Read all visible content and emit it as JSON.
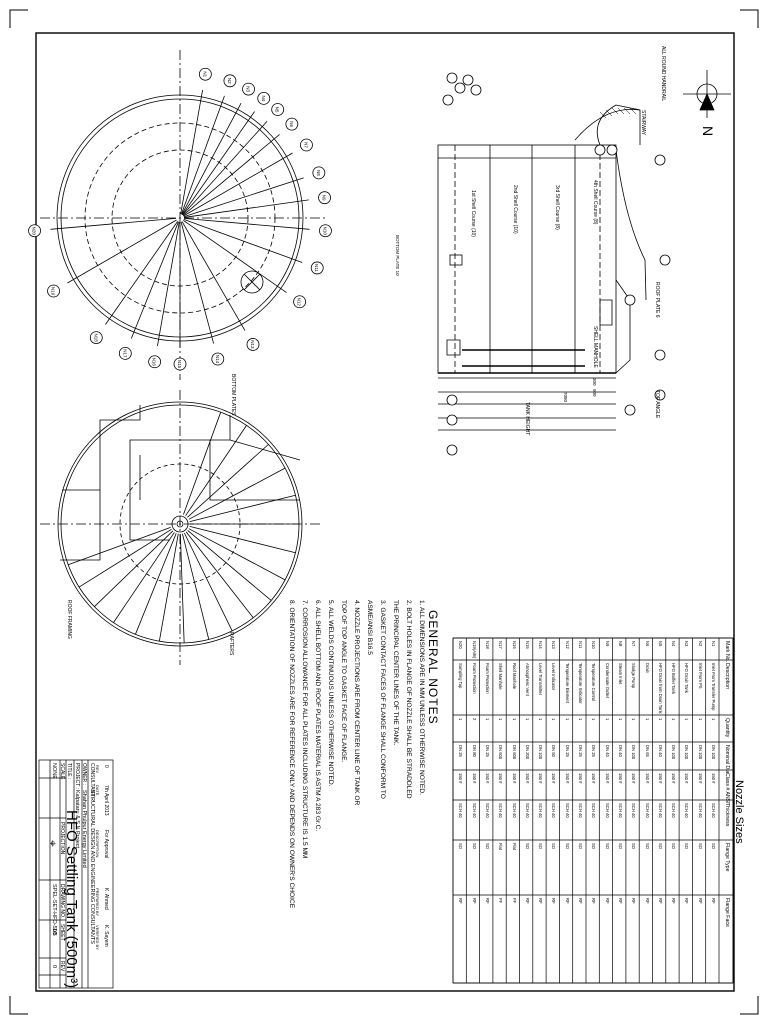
{
  "drawing": {
    "title": "HFO Settling Tank (500m³)",
    "project_label": "PROJECT :",
    "project": "Kalpataru & S.N Project",
    "client_label": "OWNER :",
    "client": "Shahan Phulpur Energy Limited",
    "consultant_label": "CONSULTANT :",
    "consultant": "STRUCTURAL DESIGN AND ENGINEERING CONSULTANTS",
    "title_label": "TITLE :",
    "scale_label": "SCALE",
    "scale": "NONE",
    "projection_label": "PROJECTION",
    "drawing_no_label": "DRAWING NO.",
    "drawing_no": "SPEL-SET-HFO-500",
    "sheet_label": "SHEET",
    "sheet": "1/5",
    "rev_label": "REV",
    "rev": "0",
    "revision_row": {
      "rev": "0",
      "date": "7th April 2013",
      "description": "For Approval",
      "prepared": "K. Ahmed",
      "verified": "K. Sayem"
    },
    "revision_headers": [
      "REV",
      "DATE",
      "DESCRIPTION",
      "PREPARED BY",
      "VERIFIED BY"
    ]
  },
  "notes": {
    "heading": "GENERAL NOTES",
    "items": [
      "1. ALL DIMENSIONS ARE IN MM UNLESS OTHERWISE NOTED.",
      "2. BOLT HOLES IN FLANGE OF NOZZLE SHALL BE STRADDLED",
      "   THE PRINCIPAL CENTER LINES OF THE TANK.",
      "3. GASKET CONTACT FACES OF FLANGE SHALL CONFORM TO",
      "   ASME/ANSI B16.5",
      "4. NOZZLE PROJECTIONS ARE FROM CENTER LINE OF TANK OR",
      "   TOP OF TOP ANGLE TO GASKET FACE OF FLANGE.",
      "5. ALL WELDS CONTINUOUS UNLESS OTHERWISE NOTED.",
      "6. ALL SHELL BOTTOM AND ROOF PLATES MATERIAL IS ASTM A 283 Gr.C.",
      "7. CORROSION ALLOWANCE FOR ALL PLATES INCLUDING STRUCTURE IS 1.5 MM",
      "8. ORIENTATION OF NOZZLES ARE FOR REFERENCE ONLY AND DEPENDS ON OWNER'S CHOICE"
    ]
  },
  "nozzle_table": {
    "title": "Nozzle Sizes",
    "headers": [
      "Mark No.",
      "Description",
      "Quantity",
      "Nominal Dia",
      "Class # ANSI",
      "Thickness",
      "Flange Type",
      "Flange Face"
    ],
    "rows": [
      [
        "N1",
        "Inlet From Transfer Pump",
        "1",
        "DN 100",
        "150 #",
        "SCH 40",
        "SO",
        "RF"
      ],
      [
        "N2",
        "Inlet From PS",
        "1",
        "DN 100",
        "150 #",
        "SCH 40",
        "SO",
        "RF"
      ],
      [
        "N3",
        "HFO Drain Tank",
        "1",
        "DN 100",
        "150 #",
        "SCH 40",
        "SO",
        "RF"
      ],
      [
        "N4",
        "HFO Buffer Tank",
        "1",
        "DN 100",
        "150 #",
        "SCH 40",
        "SO",
        "RF"
      ],
      [
        "N5",
        "HFO Drain from Drain Tank",
        "1",
        "DN 40",
        "150 #",
        "SCH 40",
        "SO",
        "RF"
      ],
      [
        "N6",
        "Drain",
        "1",
        "DN 65",
        "150 #",
        "SCH 40",
        "SO",
        "RF"
      ],
      [
        "N7",
        "Sludge Pump",
        "1",
        "DN 100",
        "150 #",
        "SCH 40",
        "SO",
        "RF"
      ],
      [
        "N8",
        "Steam Inlet",
        "1",
        "DN 40",
        "150 #",
        "SCH 40",
        "SO",
        "RF"
      ],
      [
        "N9",
        "Condensate Outlet",
        "1",
        "DN 40",
        "150 #",
        "SCH 40",
        "SO",
        "RF"
      ],
      [
        "N10",
        "Temperature Control",
        "1",
        "DN 25",
        "150 #",
        "SCH 40",
        "SO",
        "RF"
      ],
      [
        "N11",
        "Temperature Indicator",
        "1",
        "DN 25",
        "150 #",
        "SCH 40",
        "SO",
        "RF"
      ],
      [
        "N12",
        "Temperature Element",
        "1",
        "DN 25",
        "150 #",
        "SCH 40",
        "SO",
        "RF"
      ],
      [
        "N13",
        "Level Indicator",
        "1",
        "DN 50",
        "150 #",
        "SCH 40",
        "SO",
        "RF"
      ],
      [
        "N14",
        "Level Transmitter",
        "1",
        "DN 100",
        "150 #",
        "SCH 40",
        "SO",
        "RF"
      ],
      [
        "N15",
        "Atmospheric Vent",
        "1",
        "DN 200",
        "150 #",
        "SCH 40",
        "SO",
        "RF"
      ],
      [
        "N16",
        "Roof Manhole",
        "1",
        "DN 600",
        "150 #",
        "SCH 40",
        "Flat",
        "FF"
      ],
      [
        "N17",
        "Shell Manhole",
        "1",
        "DN 600",
        "150 #",
        "SCH 40",
        "Flat",
        "FF"
      ],
      [
        "N18",
        "Foam Protection",
        "1",
        "DN 25",
        "150 #",
        "SCH 40",
        "SO",
        "RF"
      ],
      [
        "N19(A/B)",
        "Foam Protection",
        "2",
        "DN 80",
        "150 #",
        "SCH 40",
        "SO",
        "RF"
      ],
      [
        "N20",
        "Sampling Tap",
        "1",
        "DN 25",
        "150 #",
        "SCH 40",
        "SO",
        "RF"
      ]
    ]
  },
  "plan_view": {
    "labels": [
      "N1",
      "N2",
      "N3",
      "N4",
      "N5",
      "N6",
      "N7",
      "N8",
      "N9",
      "N10",
      "N11",
      "N12",
      "N13",
      "N14",
      "N15",
      "N16",
      "N17",
      "N18",
      "N19",
      "N20"
    ],
    "north": "N"
  },
  "elevation": {
    "labels": [
      "1st Shell Course (10)",
      "2nd Shell Course (10)",
      "3rd Shell Course (8)",
      "4th Shell Course (8)",
      "BOTTOM PLATE 10",
      "TANK HEIGHT",
      "ROOF PLATE 6",
      "TOP ANGLE",
      "SHELL MANHOLE",
      "7080",
      "900",
      "300",
      "ALL ROUND HANDRAIL",
      "STAIRWAY"
    ]
  },
  "roof_view": {
    "labels": [
      "ROOF FRAMING",
      "BOTTOM PLATES",
      "RAFTERS"
    ]
  }
}
